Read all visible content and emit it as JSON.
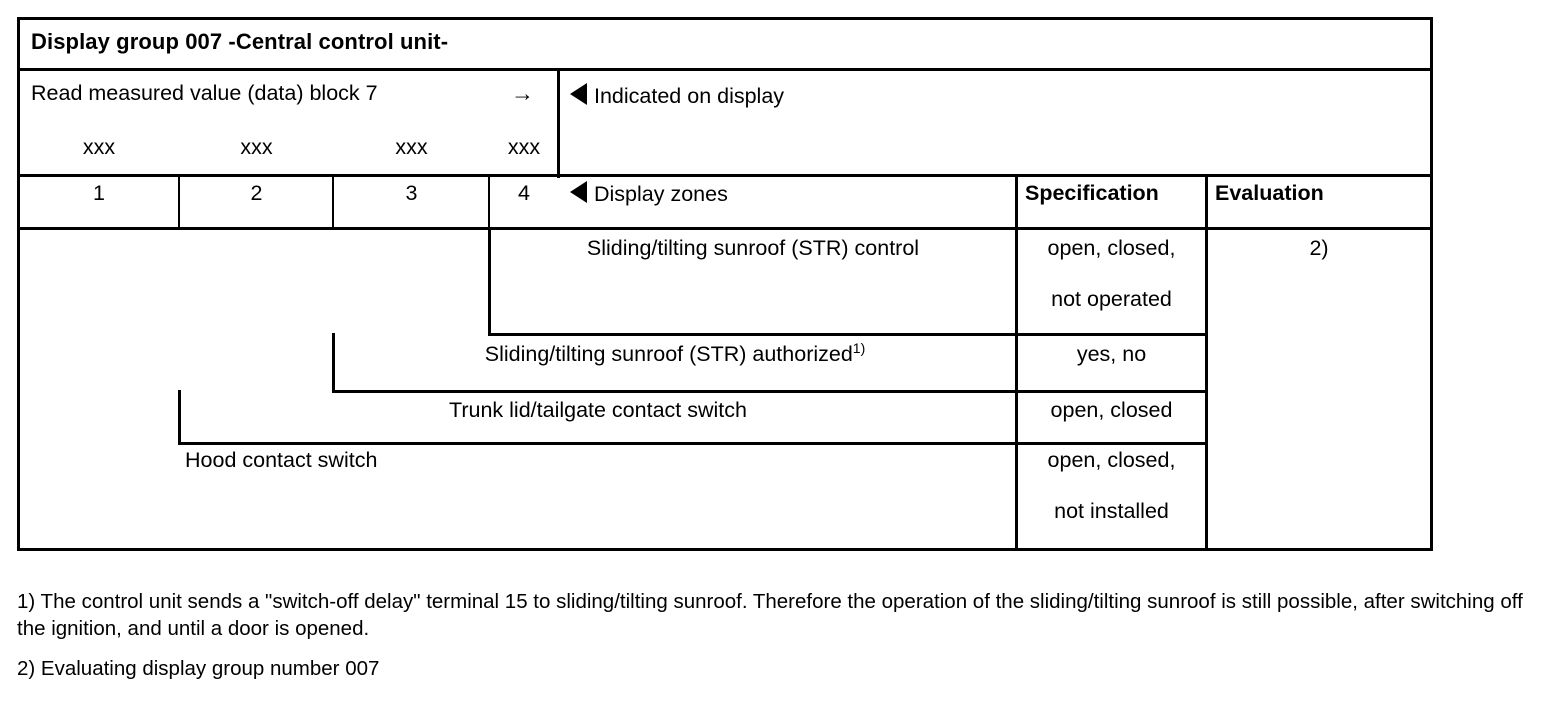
{
  "table": {
    "title": "Display group 007 -Central control unit-",
    "read_block": {
      "label": "Read measured value (data) block 7",
      "arrow": "→",
      "placeholders": [
        "xxx",
        "xxx",
        "xxx",
        "xxx"
      ]
    },
    "markers": {
      "indicated_on_display": "Indicated on display",
      "display_zones": "Display zones",
      "triangle_icon": "left-triangle"
    },
    "zone_numbers": [
      "1",
      "2",
      "3",
      "4"
    ],
    "headers": {
      "specification": "Specification",
      "evaluation": "Evaluation"
    },
    "rows": [
      {
        "zone": "4",
        "description": "Sliding/tilting sunroof (STR) control",
        "footnote_ref": "",
        "spec_line1": "open, closed,",
        "spec_line2": "not operated",
        "evaluation": "2)"
      },
      {
        "zone": "3",
        "description": "Sliding/tilting sunroof (STR) authorized",
        "footnote_ref": "1)",
        "spec_line1": "yes, no",
        "spec_line2": "",
        "evaluation": ""
      },
      {
        "zone": "2",
        "description": "Trunk lid/tailgate contact switch",
        "footnote_ref": "",
        "spec_line1": "open, closed",
        "spec_line2": "",
        "evaluation": ""
      },
      {
        "zone": "1",
        "description": "Hood contact switch",
        "footnote_ref": "",
        "spec_line1": "open, closed,",
        "spec_line2": "not installed",
        "evaluation": ""
      }
    ]
  },
  "footnotes": [
    "1) The control unit sends a \"switch-off delay\" terminal 15 to sliding/tilting sunroof. Therefore the operation of the sliding/tilting sunroof is still possible, after switching off the ignition, and until a door is opened.",
    "2) Evaluating display group number 007"
  ]
}
